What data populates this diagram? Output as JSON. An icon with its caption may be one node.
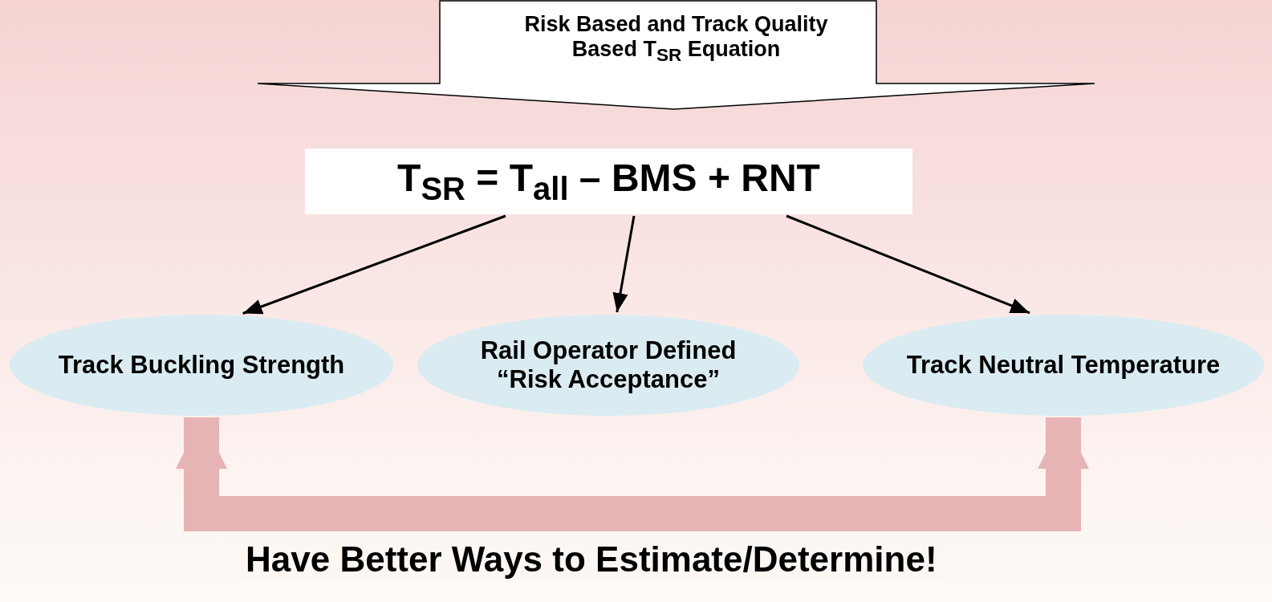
{
  "diagram": {
    "nodes": [
      {
        "text": [
          "Risk Based and Track Quality Based T$_{SR}$ Equation"
        ]
      },
      {
        "text": [
          "T$_{SR}$ = T$_{all}$ – BMS + RNT"
        ]
      },
      {
        "text": [
          "Track Buckling Strength"
        ]
      },
      {
        "text": [
          "Rail Operator Defined “Risk Acceptance”"
        ]
      },
      {
        "text": [
          "Track Neutral Temperature"
        ]
      }
    ],
    "edges": [
      {
        "from": 1,
        "to": 2,
        "arrow": "to"
      },
      {
        "from": 1,
        "to": 3,
        "arrow": "to"
      },
      {
        "from": 1,
        "to": 4,
        "arrow": "to"
      },
      {
        "from": 2,
        "to": 4,
        "arrow": "both",
        "label": "Have Better Ways to Estimate/Determine!",
        "style": "thick",
        "color": "#e6b4b4"
      }
    ]
  }
}
